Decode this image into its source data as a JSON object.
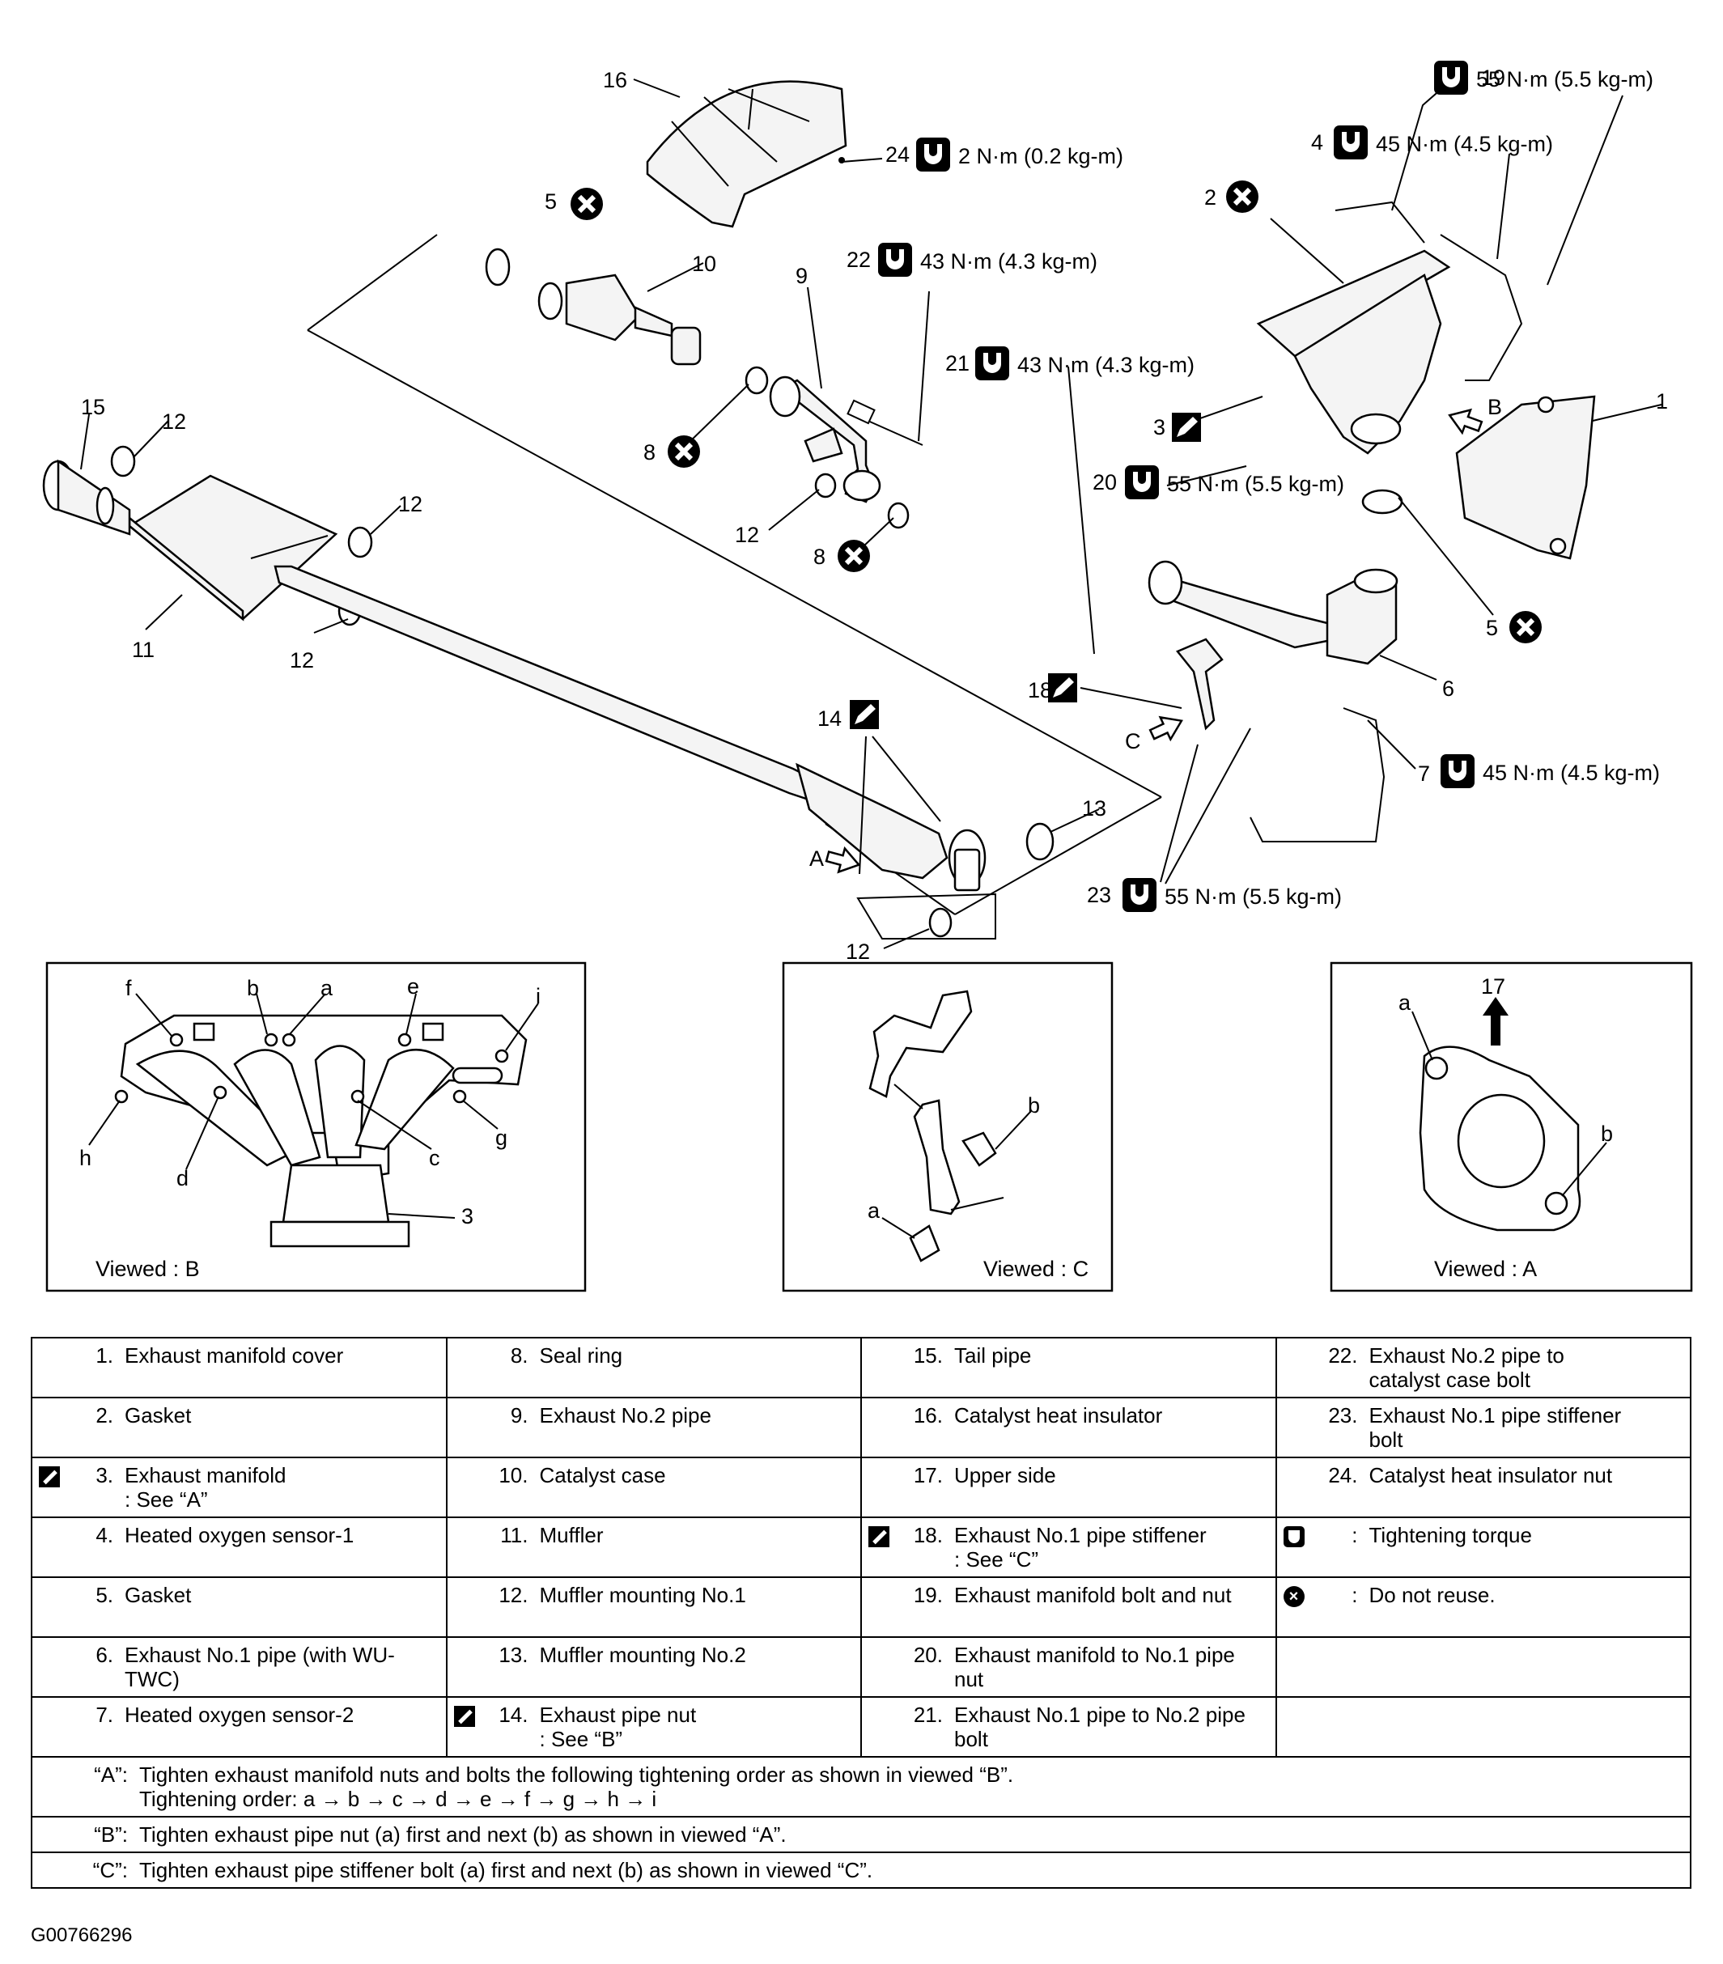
{
  "callouts": {
    "c1": "1",
    "c2": "2",
    "c3": "3",
    "c4": "4",
    "c5a": "5",
    "c5b": "5",
    "c6": "6",
    "c7": "7",
    "c8a": "8",
    "c8b": "8",
    "c9": "9",
    "c10": "10",
    "c11": "11",
    "c12a": "12",
    "c12b": "12",
    "c12c": "12",
    "c12d": "12",
    "c12e": "12",
    "c13": "13",
    "c14": "14",
    "c15": "15",
    "c16": "16",
    "c18": "18",
    "c19": "19",
    "c20": "20",
    "c21": "21",
    "c22": "22",
    "c23": "23",
    "c24": "24",
    "arrowA": "A",
    "arrowB": "B",
    "arrowC": "C"
  },
  "torques": {
    "t19": "55 N·m (5.5 kg-m)",
    "t4": "45 N·m (4.5 kg-m)",
    "t24": "2 N·m (0.2 kg-m)",
    "t22": "43 N·m (4.3 kg-m)",
    "t21": "43 N·m (4.3 kg-m)",
    "t20": "55 N·m (5.5 kg-m)",
    "t7": "45 N·m (4.5 kg-m)",
    "t23": "55 N·m (5.5 kg-m)"
  },
  "views": {
    "b": {
      "caption": "Viewed : B",
      "letters": [
        "f",
        "b",
        "a",
        "e",
        "i",
        "h",
        "d",
        "c",
        "g"
      ],
      "part": "3"
    },
    "c": {
      "caption": "Viewed : C",
      "letters": [
        "b",
        "a"
      ]
    },
    "a": {
      "caption": "Viewed : A",
      "letters": [
        "a",
        "b"
      ],
      "part": "17"
    }
  },
  "legend": {
    "col1": [
      {
        "num": "1.",
        "text": "Exhaust manifold cover",
        "sub": ""
      },
      {
        "num": "2.",
        "text": "Gasket",
        "sub": ""
      },
      {
        "num": "3.",
        "text": "Exhaust manifold",
        "sub": ": See “A”",
        "icon": "pen"
      },
      {
        "num": "4.",
        "text": "Heated oxygen sensor-1",
        "sub": ""
      },
      {
        "num": "5.",
        "text": "Gasket",
        "sub": ""
      },
      {
        "num": "6.",
        "text": "Exhaust No.1 pipe (with WU-",
        "sub": "TWC)"
      },
      {
        "num": "7.",
        "text": "Heated oxygen sensor-2",
        "sub": ""
      }
    ],
    "col2": [
      {
        "num": "8.",
        "text": "Seal ring",
        "sub": ""
      },
      {
        "num": "9.",
        "text": "Exhaust No.2 pipe",
        "sub": ""
      },
      {
        "num": "10.",
        "text": "Catalyst case",
        "sub": ""
      },
      {
        "num": "11.",
        "text": "Muffler",
        "sub": ""
      },
      {
        "num": "12.",
        "text": "Muffler mounting No.1",
        "sub": ""
      },
      {
        "num": "13.",
        "text": "Muffler mounting No.2",
        "sub": ""
      },
      {
        "num": "14.",
        "text": "Exhaust pipe nut",
        "sub": ": See “B”",
        "icon": "pen"
      }
    ],
    "col3": [
      {
        "num": "15.",
        "text": "Tail pipe",
        "sub": ""
      },
      {
        "num": "16.",
        "text": "Catalyst heat insulator",
        "sub": ""
      },
      {
        "num": "17.",
        "text": "Upper side",
        "sub": ""
      },
      {
        "num": "18.",
        "text": "Exhaust No.1 pipe stiffener",
        "sub": ": See “C”",
        "icon": "pen"
      },
      {
        "num": "19.",
        "text": "Exhaust manifold bolt and nut",
        "sub": ""
      },
      {
        "num": "20.",
        "text": "Exhaust manifold to No.1 pipe nut",
        "sub": ""
      },
      {
        "num": "21.",
        "text": "Exhaust No.1 pipe to No.2 pipe",
        "sub": "bolt"
      }
    ],
    "col4": [
      {
        "num": "22.",
        "text": "Exhaust No.2 pipe to",
        "sub": "catalyst case bolt"
      },
      {
        "num": "23.",
        "text": "Exhaust No.1 pipe stiffener",
        "sub": "bolt"
      },
      {
        "num": "24.",
        "text": "Catalyst heat insulator nut",
        "sub": ""
      },
      {
        "num": ":",
        "text": "Tightening torque",
        "sub": "",
        "icon": "wrench"
      },
      {
        "num": ":",
        "text": "Do not reuse.",
        "sub": "",
        "icon": "noreuse"
      }
    ]
  },
  "notes": [
    {
      "key": "“A”:",
      "line1": "Tighten exhaust manifold nuts and bolts the following tightening order as shown in viewed “B”.",
      "line2": "Tightening order: a → b → c → d → e → f → g → h → i"
    },
    {
      "key": "“B”:",
      "line1": "Tighten exhaust pipe nut (a) first and next (b) as shown in viewed “A”.",
      "line2": ""
    },
    {
      "key": "“C”:",
      "line1": "Tighten exhaust pipe stiffener bolt (a) first and next (b) as shown in viewed “C”.",
      "line2": ""
    }
  ],
  "doc_code": "G00766296"
}
